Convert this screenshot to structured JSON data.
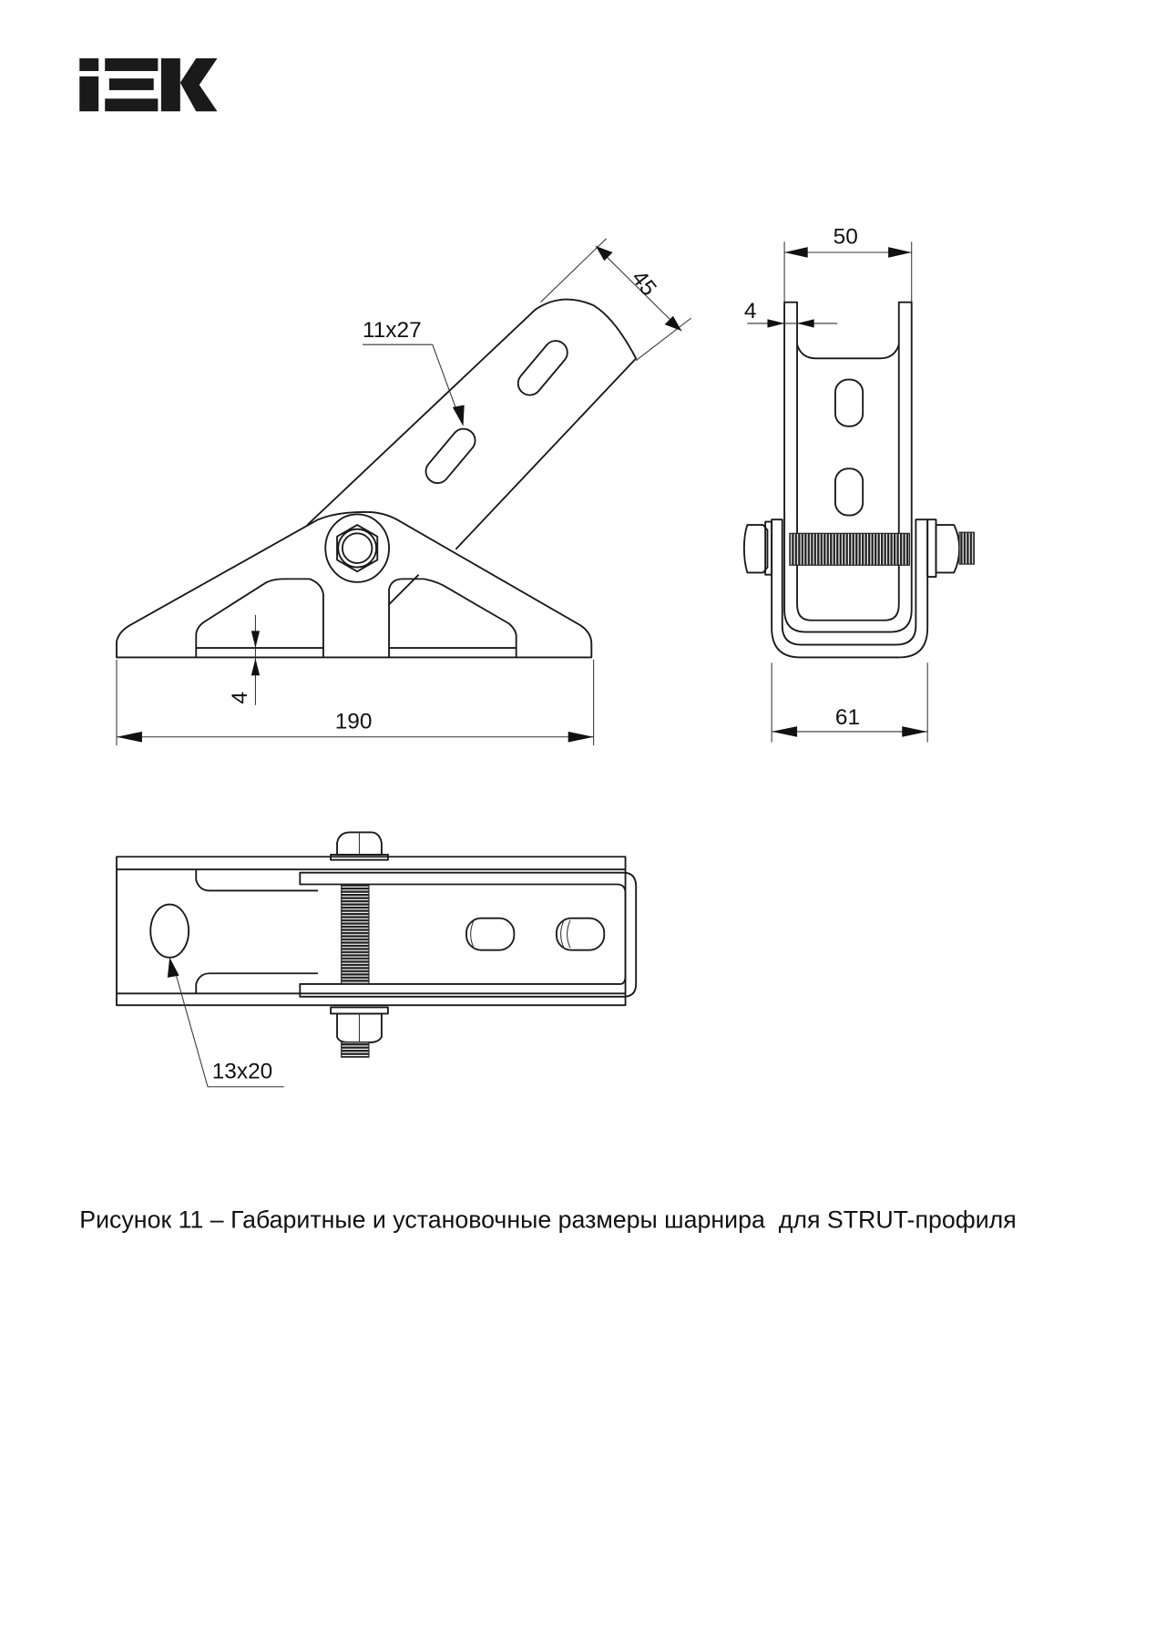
{
  "logo": {
    "text": "IEK",
    "color": "#1a1a1a"
  },
  "side_view": {
    "slot_label": "11x27",
    "arm_width": "45",
    "plate_thickness": "4",
    "overall_length": "190"
  },
  "front_view": {
    "inner_width": "50",
    "wall_thickness": "4",
    "outer_width": "61"
  },
  "top_view": {
    "slot_label": "13x20"
  },
  "caption": "Рисунок 11 – Габаритные и установочные размеры шарнира  для STRUT-профиля"
}
